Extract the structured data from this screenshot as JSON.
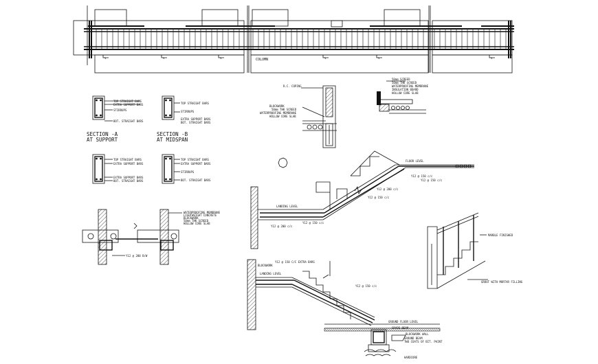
{
  "beam": {
    "column_label": "COLUMN"
  },
  "sections": {
    "a": {
      "title": "SECTION -A",
      "subtitle": "AT SUPPORT",
      "top_labels": [
        "TOP STRAIGHT BARS",
        "EXTRA SUPPORT BARS",
        "STIRRUPS",
        "BOT. STRAIGHT BARS"
      ],
      "bottom_labels": [
        "TOP STRAIGHT BARS",
        "EXTRA SUPPORT BARS",
        "EXTRA SUPPORT BARS",
        "BOT. STRAIGHT BARS"
      ]
    },
    "b": {
      "title": "SECTION -B",
      "subtitle": "AT MIDSPAN",
      "top_labels": [
        "TOP STRAIGHT BARS",
        "STIRRUPS",
        "EXTRA SUPPORT BARS",
        "BOT. STRAIGHT BARS"
      ],
      "bottom_labels": [
        "TOP STRAIGHT BARS",
        "EXTRA SUPPORT BARS",
        "STIRRUPS",
        "BOT. STRAIGHT BARS"
      ]
    }
  },
  "coping": {
    "title": "R.C. COPING",
    "labels": [
      "BLOCKWORK",
      "50mm THK SCREED",
      "WATERPROOFING MEMBRANE",
      "HOLLOW CORE SLAB"
    ]
  },
  "topright_detail": {
    "labels": [
      "50mm SCREED",
      "50mm THK SCREED",
      "WATERPROOFING MEMBRANE",
      "INSULATION BOARD",
      "HOLLOW CORE SLAB"
    ]
  },
  "slab_detail": {
    "labels": [
      "WATERPROOFING MEMBRANE",
      "LIGHTWEIGHT CONCRETE",
      "BLOCKWORK",
      "50mm THK SCREED",
      "HOLLOW CORE SLAB"
    ],
    "bar_note": "Y12 @ 200 B/W"
  },
  "stair_upper": {
    "floor_level": "FLOOR LEVEL",
    "landing_level": "LANDING LEVEL",
    "bar_notes": [
      "Y12 @ 150 c/c",
      "Y12 @ 150 c/c",
      "Y12 @ 200 c/c",
      "Y12 @ 150 c/c",
      "Y12 @ 150 c/c",
      "Y12 @ 200 c/c"
    ]
  },
  "stair_lower": {
    "landing_level": "LANDING LEVEL",
    "blockwork": "BLOCKWORK",
    "bar_notes": [
      "Y12 @ 150 C/C EXTRA BARS",
      "Y12 @ 150 c/c"
    ],
    "ground_floor_level": "GROUND FLOOR LEVEL",
    "labels": [
      "GRADE BEAM",
      "BLOCKWORK WALL",
      "GROUND BEAM",
      "TWO COATS OF BIT. PAINT",
      "HARDCORE"
    ]
  },
  "railing": {
    "labels": [
      "MARBLE FINISHED",
      "GROUT WITH MORTAR FILLING"
    ]
  }
}
